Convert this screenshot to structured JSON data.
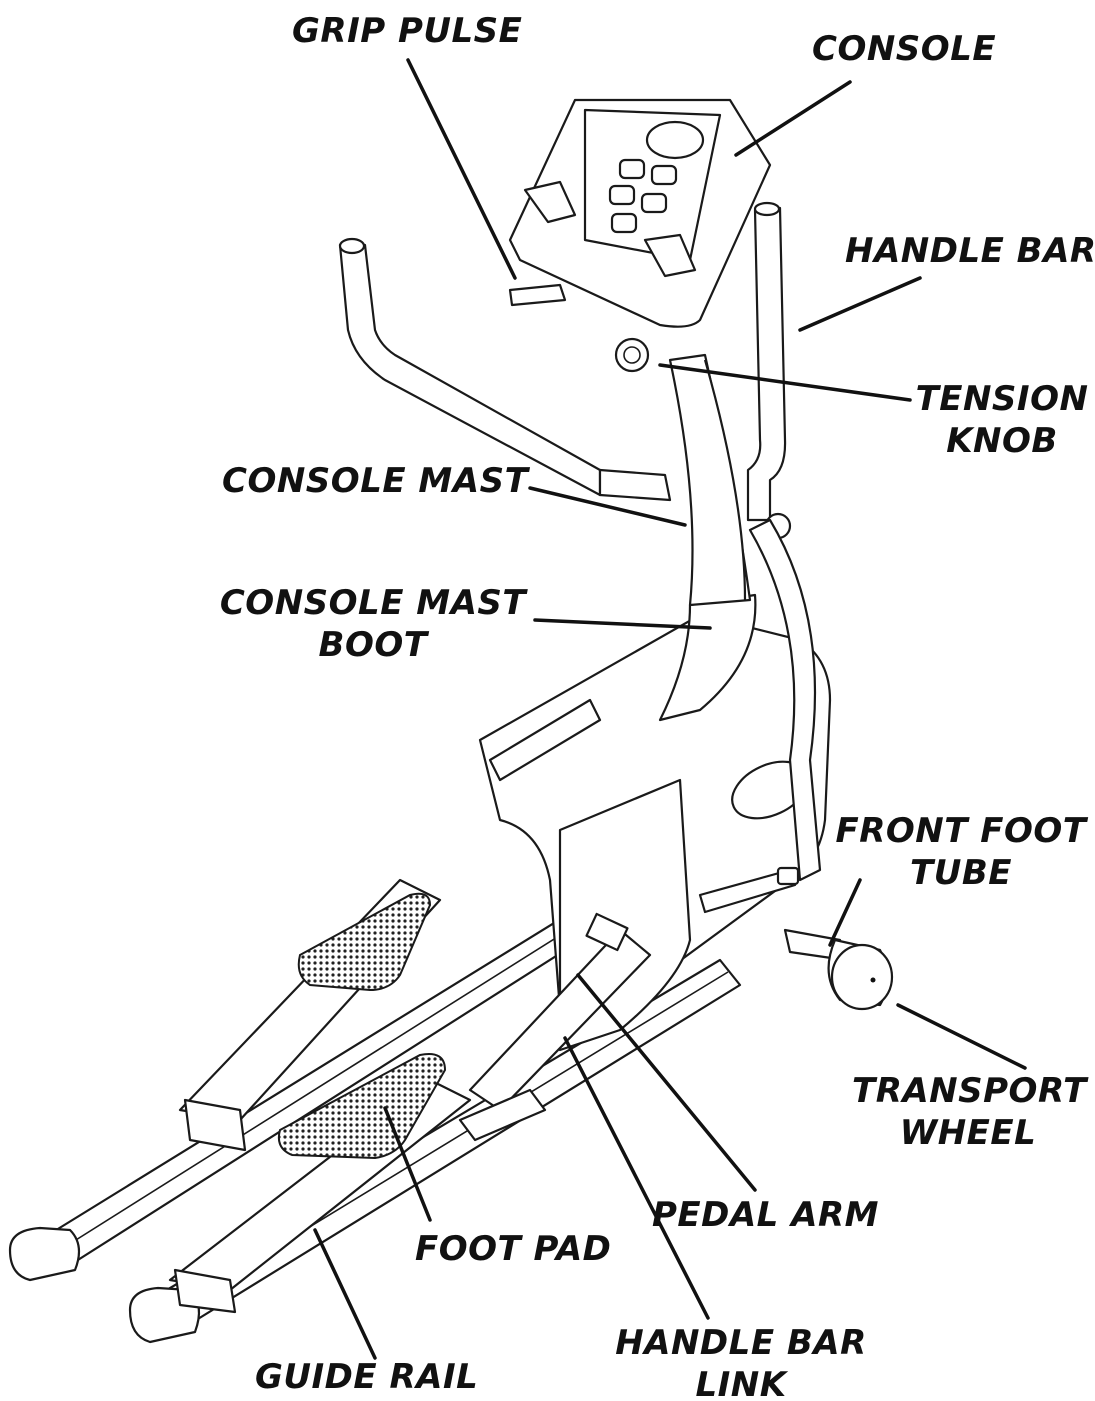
{
  "labels": {
    "grip_pulse": "GRIP PULSE",
    "console": "CONSOLE",
    "handle_bar": "HANDLE BAR",
    "tension_knob_1": "TENSION",
    "tension_knob_2": "KNOB",
    "console_mast": "CONSOLE MAST",
    "console_mast_boot_1": "CONSOLE MAST",
    "console_mast_boot_2": "BOOT",
    "front_foot_tube_1": "FRONT FOOT",
    "front_foot_tube_2": "TUBE",
    "transport_wheel_1": "TRANSPORT",
    "transport_wheel_2": "WHEEL",
    "pedal_arm": "PEDAL ARM",
    "foot_pad": "FOOT PAD",
    "handle_bar_link_1": "HANDLE BAR",
    "handle_bar_link_2": "LINK",
    "guide_rail": "GUIDE RAIL"
  },
  "colors": {
    "ink": "#111111",
    "background": "#ffffff"
  }
}
